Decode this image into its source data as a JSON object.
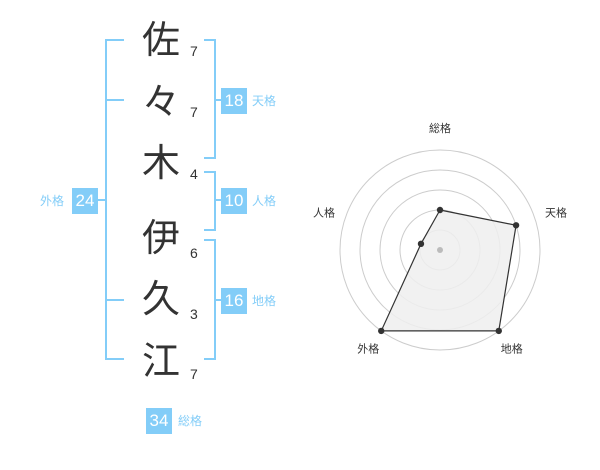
{
  "name_chars": [
    {
      "char": "佐",
      "strokes": "7"
    },
    {
      "char": "々",
      "strokes": "7"
    },
    {
      "char": "木",
      "strokes": "4"
    },
    {
      "char": "伊",
      "strokes": "6"
    },
    {
      "char": "久",
      "strokes": "3"
    },
    {
      "char": "江",
      "strokes": "7"
    }
  ],
  "kaku": {
    "tenkaku": {
      "value": "18",
      "label": "天格"
    },
    "jinkaku": {
      "value": "10",
      "label": "人格"
    },
    "chikaku": {
      "value": "16",
      "label": "地格"
    },
    "gaikaku": {
      "value": "24",
      "label": "外格"
    },
    "soukaku": {
      "value": "34",
      "label": "総格"
    }
  },
  "colors": {
    "accent": "#83cdf8",
    "line": "#333333",
    "grid": "#cccccc",
    "fill": "#eeeeee"
  },
  "chart_data": {
    "type": "radar",
    "axes": [
      "総格",
      "天格",
      "地格",
      "外格",
      "人格"
    ],
    "values": [
      2,
      4,
      5,
      5,
      1
    ],
    "max": 5,
    "rings": 5
  }
}
